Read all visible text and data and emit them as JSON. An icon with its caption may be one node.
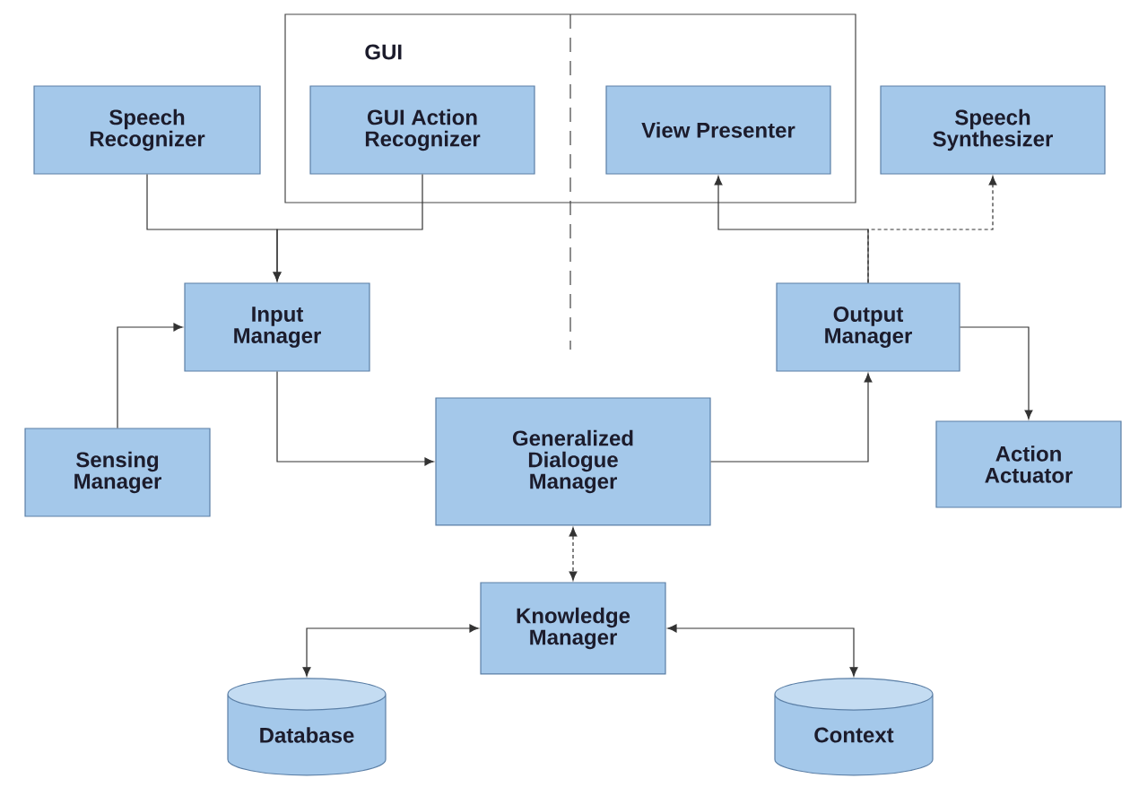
{
  "diagram": {
    "nodes": [
      {
        "text": [
          "GUI"
        ]
      },
      {
        "text": [
          "Speech Recognizer"
        ]
      },
      {
        "text": [
          "GUI Action Recognizer"
        ],
        "in": 0
      },
      {
        "text": [
          "View Presenter"
        ],
        "in": 0
      },
      {
        "text": [
          "Speech Synthesizer"
        ]
      },
      {
        "text": [
          "Input Manager"
        ]
      },
      {
        "text": [
          "Output Manager"
        ]
      },
      {
        "text": [
          "Sensing Manager"
        ]
      },
      {
        "text": [
          "Generalized Dialogue Manager"
        ]
      },
      {
        "text": [
          "Action Actuator"
        ]
      },
      {
        "text": [
          "Knowledge Manager"
        ]
      },
      {
        "text": [
          "Database"
        ]
      },
      {
        "text": [
          "Context"
        ]
      }
    ],
    "edges": [
      {
        "from": 1,
        "to": 5,
        "arrow": "to"
      },
      {
        "from": 2,
        "to": 5,
        "arrow": "to"
      },
      {
        "from": 7,
        "to": 5,
        "arrow": "to"
      },
      {
        "from": 5,
        "to": 8,
        "arrow": "to"
      },
      {
        "from": 8,
        "to": 6,
        "arrow": "to"
      },
      {
        "from": 6,
        "to": 3,
        "arrow": "to"
      },
      {
        "from": 6,
        "to": 4,
        "arrow": "to",
        "style": "dashed"
      },
      {
        "from": 6,
        "to": 9,
        "arrow": "to"
      },
      {
        "from": 8,
        "to": 10,
        "arrow": "both",
        "style": "dashed"
      },
      {
        "from": 10,
        "to": 11,
        "arrow": "both"
      },
      {
        "from": 10,
        "to": 12,
        "arrow": "both"
      }
    ]
  }
}
